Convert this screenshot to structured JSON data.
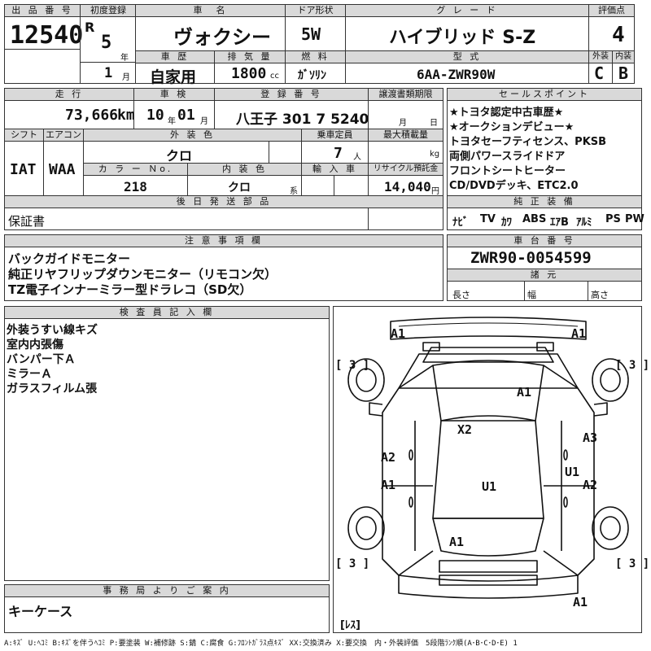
{
  "header": {
    "lot_label": "出 品 番 号",
    "lot_no": "12540",
    "first_reg_label": "初度登録",
    "era": "R",
    "year": "5",
    "year_unit": "年",
    "month": "1",
    "month_unit": "月",
    "name_label": "車　名",
    "name": "ヴォクシー",
    "doors_label": "ドア形状",
    "doors": "5W",
    "grade_label": "グ レ ー ド",
    "grade": "ハイブリッド S-Z",
    "score_label": "評価点",
    "score": "4",
    "history_label": "車 歴",
    "history": "自家用",
    "disp_label": "排 気 量",
    "disp": "1800",
    "disp_unit": "cc",
    "fuel_label": "燃 料",
    "fuel": "ｶﾞｿﾘﾝ",
    "model_label": "型 式",
    "model": "6AA-ZWR90W",
    "ext_label": "外装",
    "ext": "C",
    "int_label": "内装",
    "int": "B"
  },
  "specs": {
    "mileage_label": "走 行",
    "mileage": "73,666",
    "mileage_unit": "km",
    "inspect_label": "車 検",
    "inspect_year": "10",
    "inspect_year_unit": "年",
    "inspect_month": "01",
    "inspect_month_unit": "月",
    "reg_label": "登 録 番 号",
    "reg": "八王子 301 7 5240",
    "transfer_label": "譲渡書類期限",
    "transfer_month_unit": "月",
    "transfer_day_unit": "日",
    "shift_label": "シフト",
    "shift": "IAT",
    "ac_label": "エアコン",
    "ac": "WAA",
    "color_label": "外 装 色",
    "color": "クロ",
    "seats_label": "乗車定員",
    "seats": "7",
    "seats_unit": "人",
    "load_label": "最大積載量",
    "load_unit": "kg",
    "colorno_label": "カ ラ ー Ｎo.",
    "colorno": "218",
    "intcolor_label": "内 装 色",
    "intcolor": "クロ",
    "intcolor_unit": "系",
    "import_label": "輸 入 車",
    "recycle_label": "リサイクル預託金",
    "recycle": "14,040",
    "recycle_unit": "円",
    "later_label": "後 日 発 送 部 品",
    "later": "保証書"
  },
  "sales": {
    "label": "セールスポイント",
    "lines": [
      "★トヨタ認定中古車歴★",
      "★オークションデビュー★",
      "トヨタセーフティセンス、PKSB",
      "両側パワースライドドア",
      "フロントシートヒーター",
      "CD/DVDデッキ、ETC2.0"
    ],
    "equip_label": "純 正 装 備",
    "equip": [
      "ﾅﾋﾞ",
      "TV",
      "ｶﾜ",
      "ABS",
      "ｴｱB",
      "ｱﾙﾐ",
      "PS",
      "PW"
    ]
  },
  "notes": {
    "label": "注 意 事 項 欄",
    "lines": [
      "バックガイドモニター",
      "純正リヤフリップダウンモニター（リモコン欠）",
      "TZ電子インナーミラー型ドラレコ（SD欠）"
    ]
  },
  "chassis": {
    "label": "車 台 番 号",
    "number": "ZWR90-0054599",
    "dims_label": "諸 元",
    "length_label": "長さ",
    "width_label": "幅",
    "height_label": "高さ"
  },
  "inspector": {
    "label": "検 査 員 記 入 欄",
    "lines": [
      "外装うすい線キズ",
      "室内内張傷",
      "バンパー下Ａ",
      "ミラーＡ",
      "ガラスフィルム張"
    ]
  },
  "office": {
    "label": "事 務 局 よ り ご 案 内",
    "text": "キーケース"
  },
  "diagram": {
    "marks": [
      "A1",
      "A1",
      "A1",
      "X2",
      "A2",
      "A3",
      "U1",
      "A1",
      "U1",
      "A2",
      "A1",
      "A1"
    ],
    "tires": [
      "[ 3 ]",
      "[ 3 ]",
      "[ 3 ]",
      "[ 3 ]"
    ],
    "spare": "[ﾚｽ]"
  },
  "legend": "A:ｷｽﾞ U:ﾍｺﾐ B:ｷｽﾞを伴うﾍｺﾐ P:要塗装 W:補修跡 S:錆 C:腐食 G:ﾌﾛﾝﾄｶﾞﾗｽ点ｷｽﾞ XX:交換済み X:要交換　内・外装評価　5段階ﾗﾝｸ順(A･B･C･D･E) 1"
}
